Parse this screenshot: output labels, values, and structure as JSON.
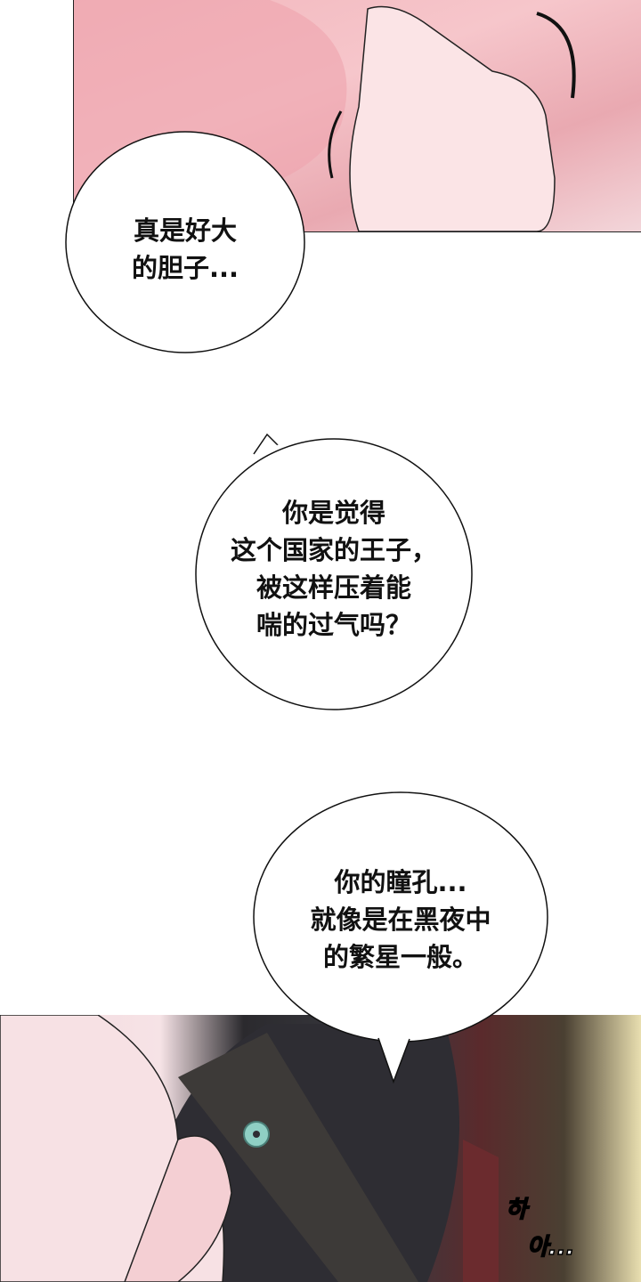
{
  "bubbles": [
    {
      "lines": [
        "真是好大",
        "的胆子..."
      ]
    },
    {
      "lines": [
        "你是觉得",
        "这个国家的王子，",
        "被这样压着能",
        "喘的过气吗？"
      ]
    },
    {
      "lines": [
        "你的瞳孔...",
        "就像是在黑夜中",
        "的繁星一般。"
      ]
    }
  ],
  "sfx": {
    "first": "하",
    "second": "아..."
  },
  "colors": {
    "skin": "#f6c6cb",
    "hair": "#2b2a2e",
    "jade": "#8fcfc4"
  }
}
